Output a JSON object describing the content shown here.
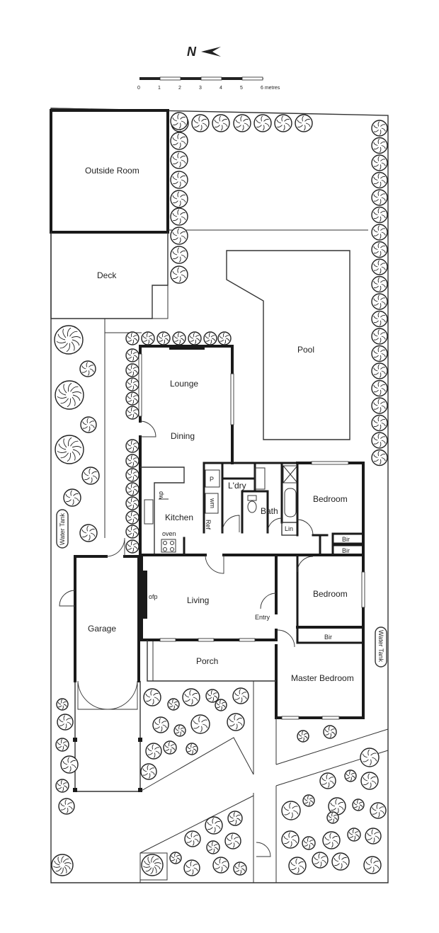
{
  "compass": {
    "label": "N"
  },
  "scale": {
    "ticks": [
      "0",
      "1",
      "2",
      "3",
      "4",
      "5",
      "6 metres"
    ]
  },
  "rooms": {
    "outside_room": "Outside Room",
    "deck": "Deck",
    "pool": "Pool",
    "lounge": "Lounge",
    "dining": "Dining",
    "kitchen": "Kitchen",
    "laundry": "L'dry",
    "bath": "Bath",
    "bedroom_1": "Bedroom",
    "bedroom_2": "Bedroom",
    "master_bedroom": "Master Bedroom",
    "living": "Living",
    "entry": "Entry",
    "porch": "Porch",
    "garage": "Garage"
  },
  "fixtures": {
    "pantry": "P",
    "wm": "wm",
    "ref": "Ref",
    "dw": "dw",
    "oven": "oven",
    "ofp": "ofp",
    "lin": "Lin",
    "bir_1": "Bir",
    "bir_2": "Bir",
    "bir_3": "Bir"
  },
  "water_tanks": [
    "Water Tank",
    "Water Tank"
  ],
  "colors": {
    "line": "#1a1a1a",
    "background": "#ffffff"
  }
}
